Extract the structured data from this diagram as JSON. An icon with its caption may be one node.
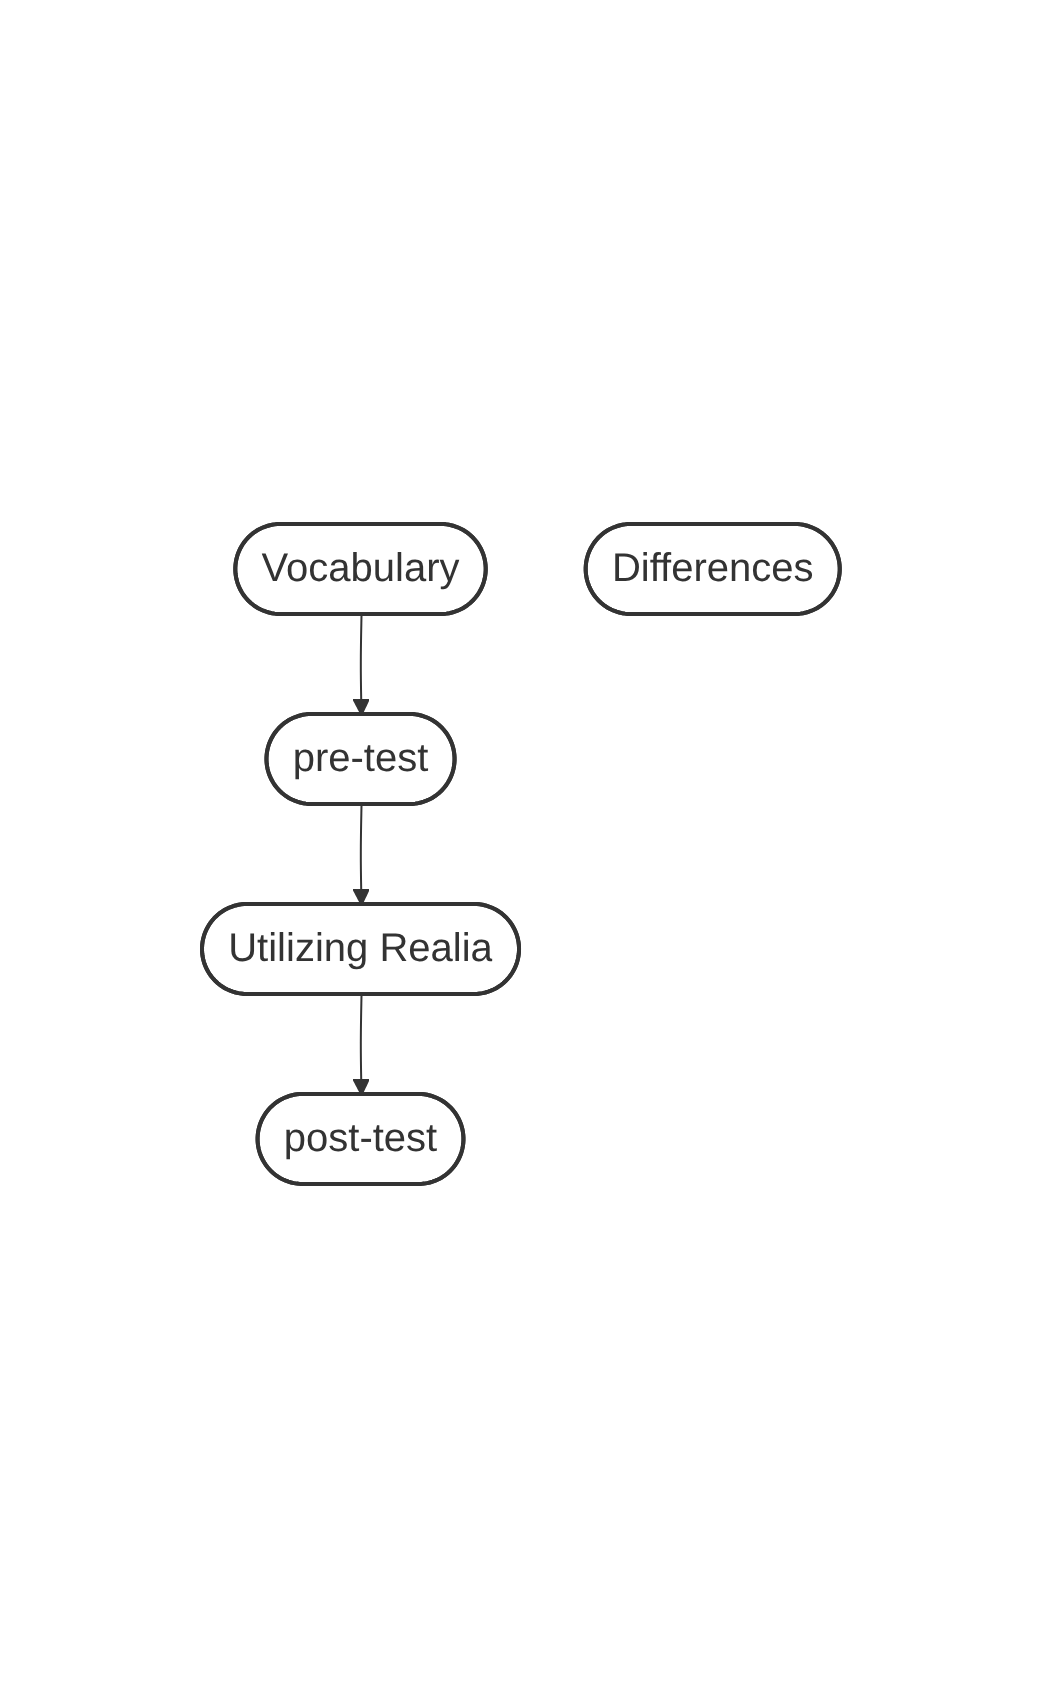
{
  "diagram": {
    "nodes": [
      {
        "text": [
          "Vocabulary"
        ]
      },
      {
        "text": [
          "pre-test"
        ]
      },
      {
        "text": [
          "Utilizing Realia"
        ]
      },
      {
        "text": [
          "post-test"
        ]
      },
      {
        "text": [
          "Differences"
        ]
      }
    ],
    "edges": [
      {
        "from": 0,
        "to": 1,
        "arrow": "to"
      },
      {
        "from": 1,
        "to": 2,
        "arrow": "to"
      },
      {
        "from": 2,
        "to": 3,
        "arrow": "to"
      }
    ]
  }
}
